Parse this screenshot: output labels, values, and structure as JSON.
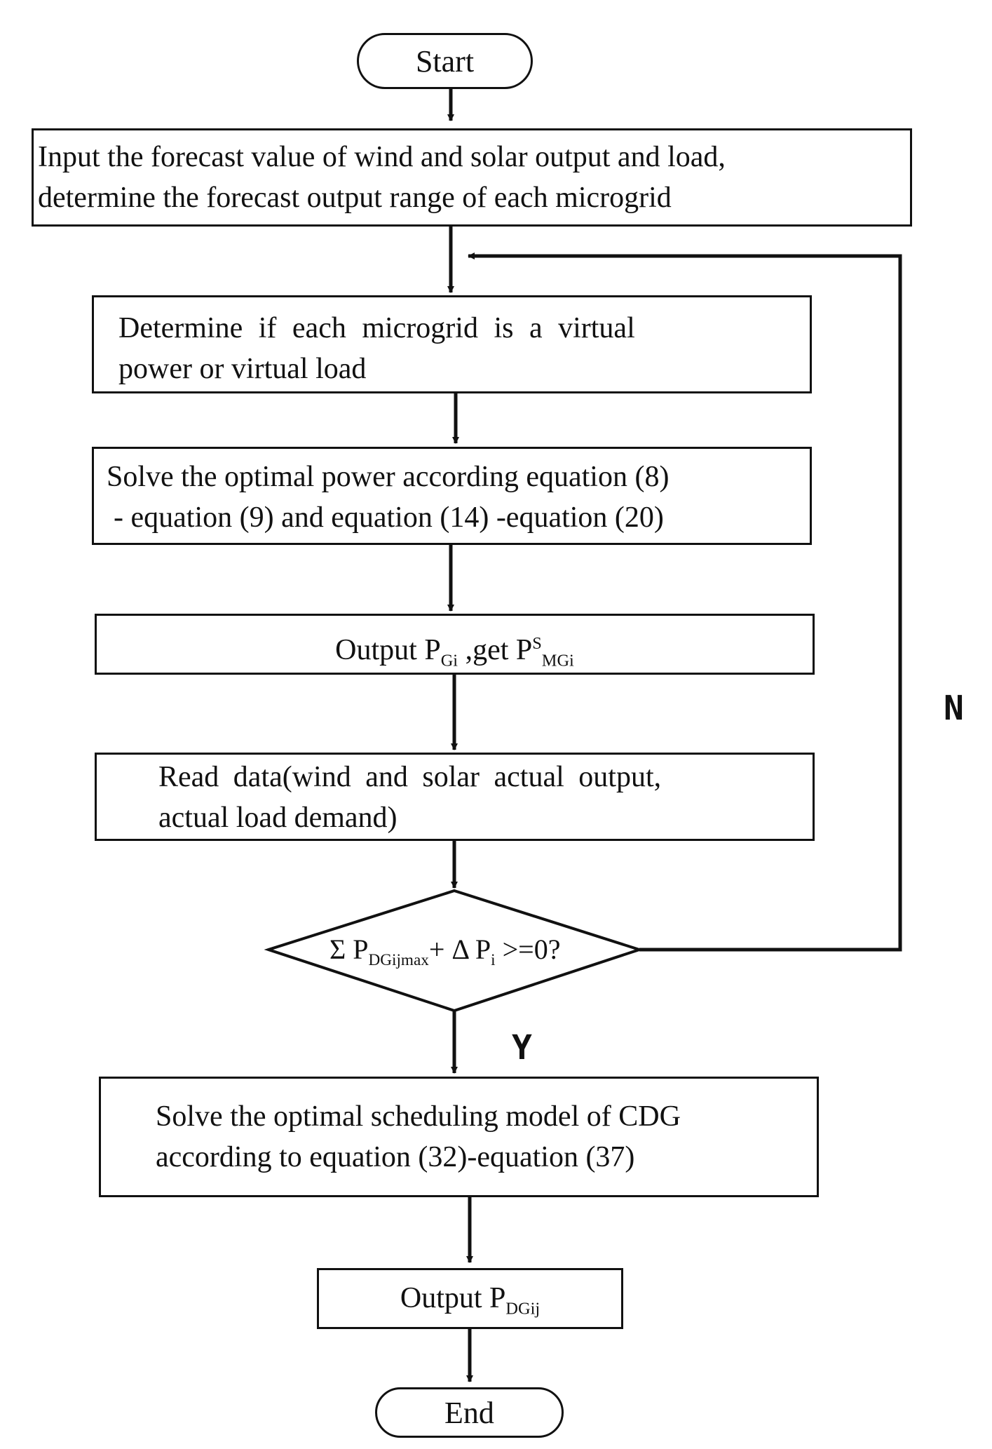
{
  "nodes": {
    "start": "Start",
    "input_line1": "Input the forecast value of wind and solar output and load,",
    "input_line2": "determine the forecast output range of each microgrid",
    "determine_line1": "Determine if each microgrid is a virtual",
    "determine_line2": "power or virtual load",
    "solve_line1": "Solve the optimal power according equation (8)",
    "solve_line2": "- equation (9) and equation (14) -equation (20)",
    "output_pg": {
      "prefix": "Output P",
      "sub1": "Gi",
      "mid": " ,get P",
      "sup": "S",
      "sub2": "MGi"
    },
    "read_line1": "Read data(wind and solar actual output,",
    "read_line2": "actual load demand)",
    "decision": {
      "sigma": "Σ P",
      "sub1": "DGijmax",
      "mid": "+ Δ P",
      "sub2": "i",
      "tail": " >=0?"
    },
    "schedule_line1": "Solve the optimal scheduling model of CDG",
    "schedule_line2": "according to equation (32)-equation (37)",
    "output_dg": {
      "prefix": "Output P",
      "sub": "DGij"
    },
    "end": "End"
  },
  "branch_labels": {
    "no": "N",
    "yes": "Y"
  }
}
